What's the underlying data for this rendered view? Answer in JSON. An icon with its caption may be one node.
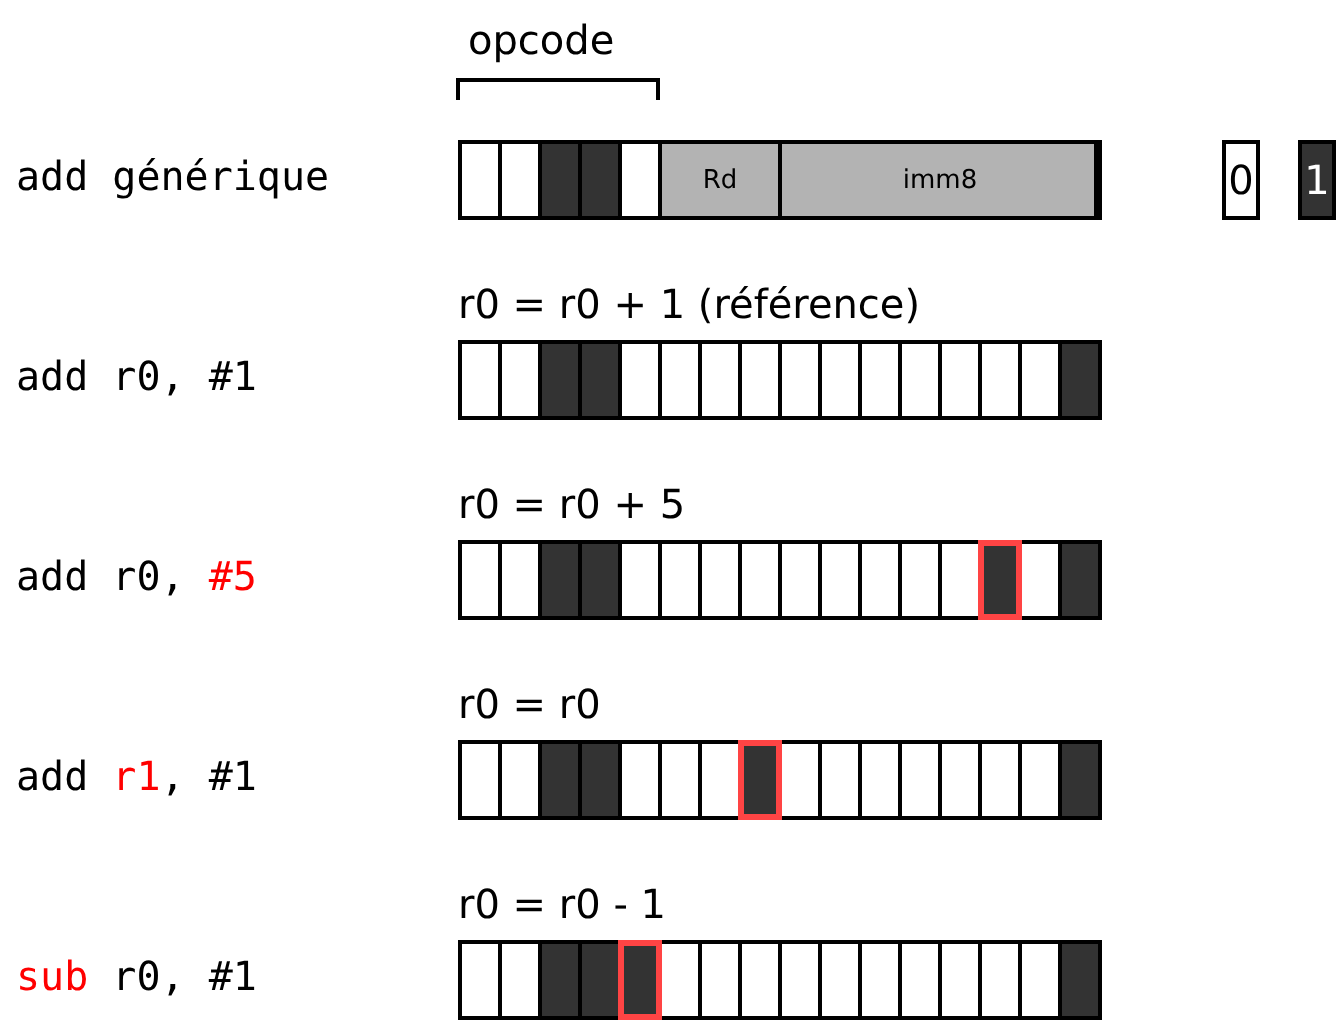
{
  "diagram": {
    "nodes": [
      {
        "text": [],
        "shape": "bar"
      },
      {
        "text": [
          "Rd"
        ],
        "in": 0
      },
      {
        "text": [
          "imm8"
        ],
        "in": 0
      },
      {
        "text": [
          "r0 = r0 + 1 (référence)"
        ]
      },
      {
        "text": [
          "r0 = r0 + 5"
        ]
      },
      {
        "text": [
          "r0 = r0"
        ]
      },
      {
        "text": [
          "r0 = r0 - 1"
        ]
      }
    ],
    "labels": [
      "opcode",
      "add générique",
      "add r0, #1",
      "add r0, #5",
      "add r1, #1",
      "sub r0, #1"
    ],
    "legend": [
      {
        "text": "0",
        "color": "#ffffff"
      },
      {
        "text": "1",
        "color": "#333333"
      }
    ]
  }
}
